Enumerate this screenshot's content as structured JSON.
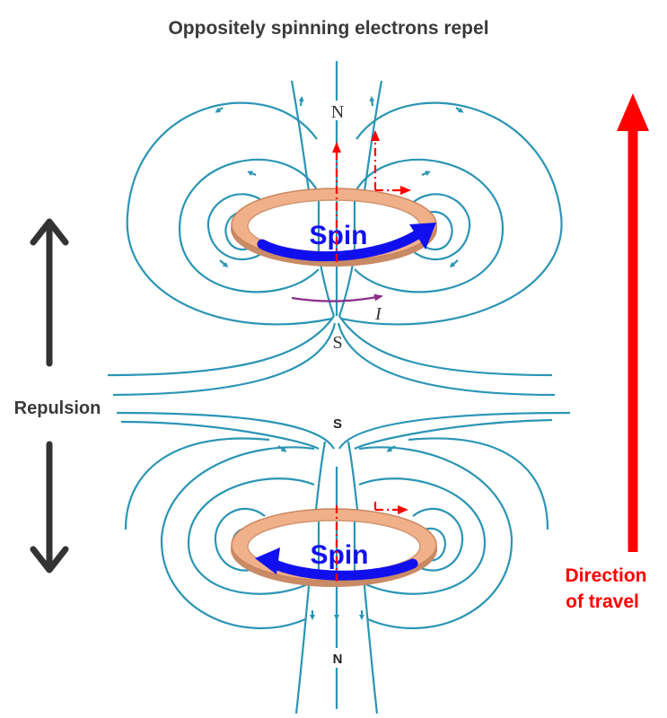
{
  "title": "Oppositely spinning electrons repel",
  "labels": {
    "repulsion": "Repulsion",
    "direction_line1": "Direction",
    "direction_line2": "of travel",
    "spin_top": "Spin",
    "spin_bottom": "Spin",
    "pole_top_north": "N",
    "pole_top_south": "S",
    "pole_bottom_south": "S",
    "pole_bottom_north": "N",
    "current": "I"
  },
  "colors": {
    "field_lines": "#2a95b4",
    "ring": "#e8a27a",
    "spin_arrow": "#1010ee",
    "travel_arrow": "#ff0000",
    "repulsion_arrows": "#333333",
    "current_arrow": "#8a2f8a"
  }
}
